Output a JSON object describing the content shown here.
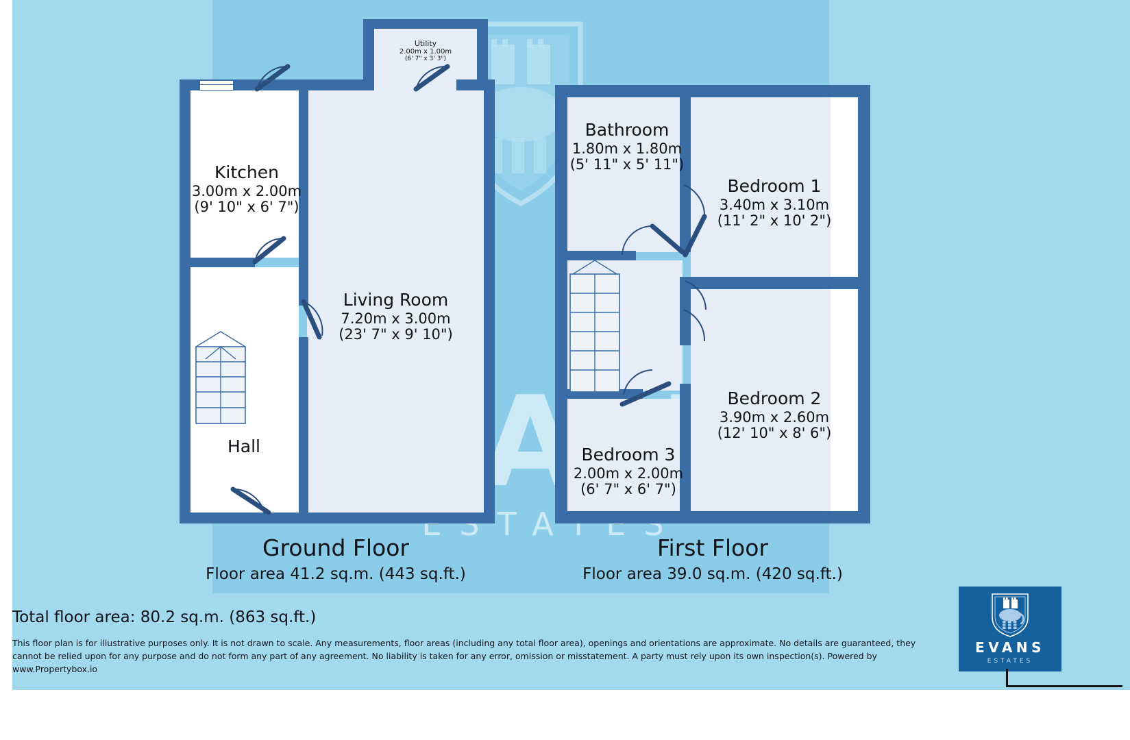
{
  "brand": {
    "name": "EVANS",
    "sub": "ESTATES",
    "watermark_main": "EVANS",
    "watermark_sub": "ESTATES",
    "logo_bg": "#14619e",
    "crest_icon": "elephant-and-castle-crest-icon"
  },
  "palette": {
    "page_background": "#a3d9ef",
    "wall": "#3a6ca6",
    "room_fill": "#e7edf6",
    "room_fill_alt": "#ffffff",
    "text": "#11151a"
  },
  "floors": [
    {
      "id": "ground",
      "title": "Ground Floor",
      "area": "Floor area 41.2 sq.m. (443 sq.ft.)",
      "rooms": [
        {
          "name": "Kitchen",
          "metric": "3.00m x 2.00m",
          "imperial": "(9' 10\" x 6' 7\")"
        },
        {
          "name": "Utility",
          "metric": "2.00m x 1.00m",
          "imperial": "(6' 7\" x 3' 3\")"
        },
        {
          "name": "Living Room",
          "metric": "7.20m x 3.00m",
          "imperial": "(23' 7\" x 9' 10\")"
        },
        {
          "name": "Hall",
          "metric": "",
          "imperial": ""
        }
      ]
    },
    {
      "id": "first",
      "title": "First Floor",
      "area": "Floor area 39.0 sq.m. (420 sq.ft.)",
      "rooms": [
        {
          "name": "Bathroom",
          "metric": "1.80m x 1.80m",
          "imperial": "(5' 11\" x 5' 11\")"
        },
        {
          "name": "Bedroom 1",
          "metric": "3.40m x 3.10m",
          "imperial": "(11' 2\" x 10' 2\")"
        },
        {
          "name": "Bedroom 2",
          "metric": "3.90m x 2.60m",
          "imperial": "(12' 10\" x 8' 6\")"
        },
        {
          "name": "Bedroom 3",
          "metric": "2.00m x 2.00m",
          "imperial": "(6' 7\" x 6' 7\")"
        }
      ]
    }
  ],
  "totals": {
    "total_area": "Total floor area: 80.2 sq.m. (863 sq.ft.)"
  },
  "disclaimer": "This floor plan is for illustrative purposes only. It is not drawn to scale. Any measurements, floor areas (including any total floor area), openings and orientations are approximate. No details are guaranteed, they cannot be relied upon for any purpose and do not form any part of any agreement. No liability is taken for any error, omission or misstatement. A party must rely upon its own inspection(s). Powered by www.Propertybox.io"
}
